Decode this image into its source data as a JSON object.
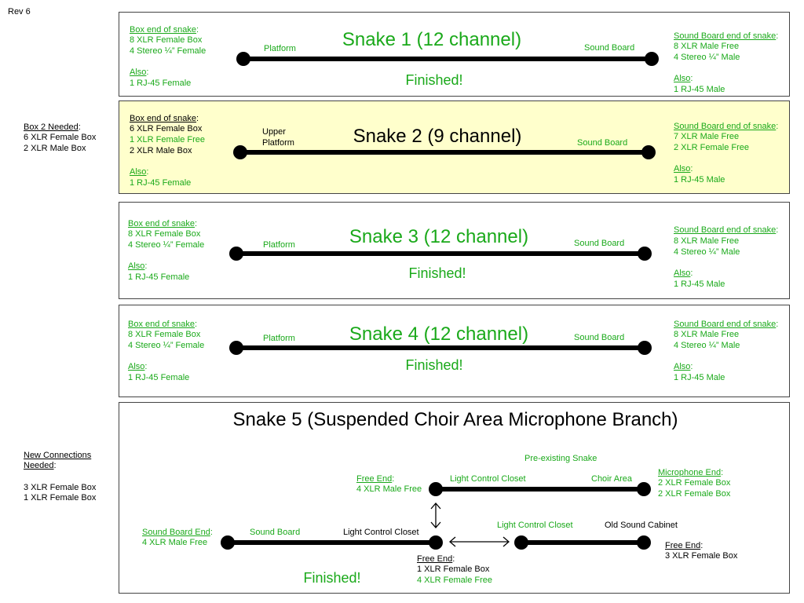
{
  "rev": "Rev 6",
  "common": {
    "box_end_label": "Box end of snake",
    "board_end_label": "Sound Board end of snake",
    "colon": ":",
    "also_label": "Also",
    "finished": "Finished!"
  },
  "snake1": {
    "title": "Snake 1 (12 channel)",
    "left_location": "Platform",
    "right_location": "Sound Board",
    "box_items": [
      "8 XLR Female Box",
      "4 Stereo ¼” Female"
    ],
    "box_also": "1 RJ-45 Female",
    "board_items": [
      "8 XLR Male Free",
      "4 Stereo ¼” Male"
    ],
    "board_also": "1 RJ-45 Male"
  },
  "snake2": {
    "title": "Snake 2 (9 channel)",
    "left_location_lines": [
      "Upper",
      "Platform"
    ],
    "right_location": "Sound Board",
    "box_items": [
      "6 XLR Female Box",
      "1 XLR Female Free",
      "2 XLR Male Box"
    ],
    "box_also": "1 RJ-45 Female",
    "board_items": [
      "7 XLR Male Free",
      "2 XLR Female Free"
    ],
    "board_also": "1 RJ-45 Male",
    "needed_label": "Box 2 Needed",
    "needed_items": [
      "6 XLR Female Box",
      "2 XLR Male Box"
    ]
  },
  "snake3": {
    "title": "Snake 3 (12 channel)",
    "left_location": "Platform",
    "right_location": "Sound Board",
    "box_items": [
      "8 XLR Female Box",
      "4 Stereo ¼” Female"
    ],
    "box_also": "1 RJ-45 Female",
    "board_items": [
      "8 XLR Male Free",
      "4 Stereo ¼” Male"
    ],
    "board_also": "1 RJ-45 Male"
  },
  "snake4": {
    "title": "Snake 4 (12 channel)",
    "left_location": "Platform",
    "right_location": "Sound Board",
    "box_items": [
      "8 XLR Female Box",
      "4 Stereo ¼” Female"
    ],
    "box_also": "1 RJ-45 Female",
    "board_items": [
      "8 XLR Male Free",
      "4 Stereo ¼” Male"
    ],
    "board_also": "1 RJ-45 Male"
  },
  "snake5": {
    "title": "Snake 5 (Suspended Choir Area Microphone Branch)",
    "preexisting_label": "Pre-existing Snake",
    "free_end_label": "Free End",
    "free_end_upper_items": [
      "4 XLR Male Free"
    ],
    "upper_left_location": "Light Control Closet",
    "upper_right_location": "Choir Area",
    "mic_end_label": "Microphone End",
    "mic_end_items": [
      "2 XLR Female Box",
      "2 XLR Female Box"
    ],
    "board_end_label": "Sound Board End",
    "board_end_items": [
      "4 XLR Male Free"
    ],
    "lower_left_location": "Sound Board",
    "lower_mid_location": "Light Control Closet",
    "branch_left_location": "Light Control Closet",
    "branch_right_location": "Old Sound Cabinet",
    "free_end_lower_items": [
      "1 XLR Female Box",
      "4 XLR Female Free"
    ],
    "free_end_right_items": [
      "3 XLR Female Box"
    ],
    "new_connections_label_lines": [
      "New Connections",
      "Needed"
    ],
    "new_connections_items": [
      "3 XLR Female Box",
      "1 XLR Female Box"
    ]
  }
}
